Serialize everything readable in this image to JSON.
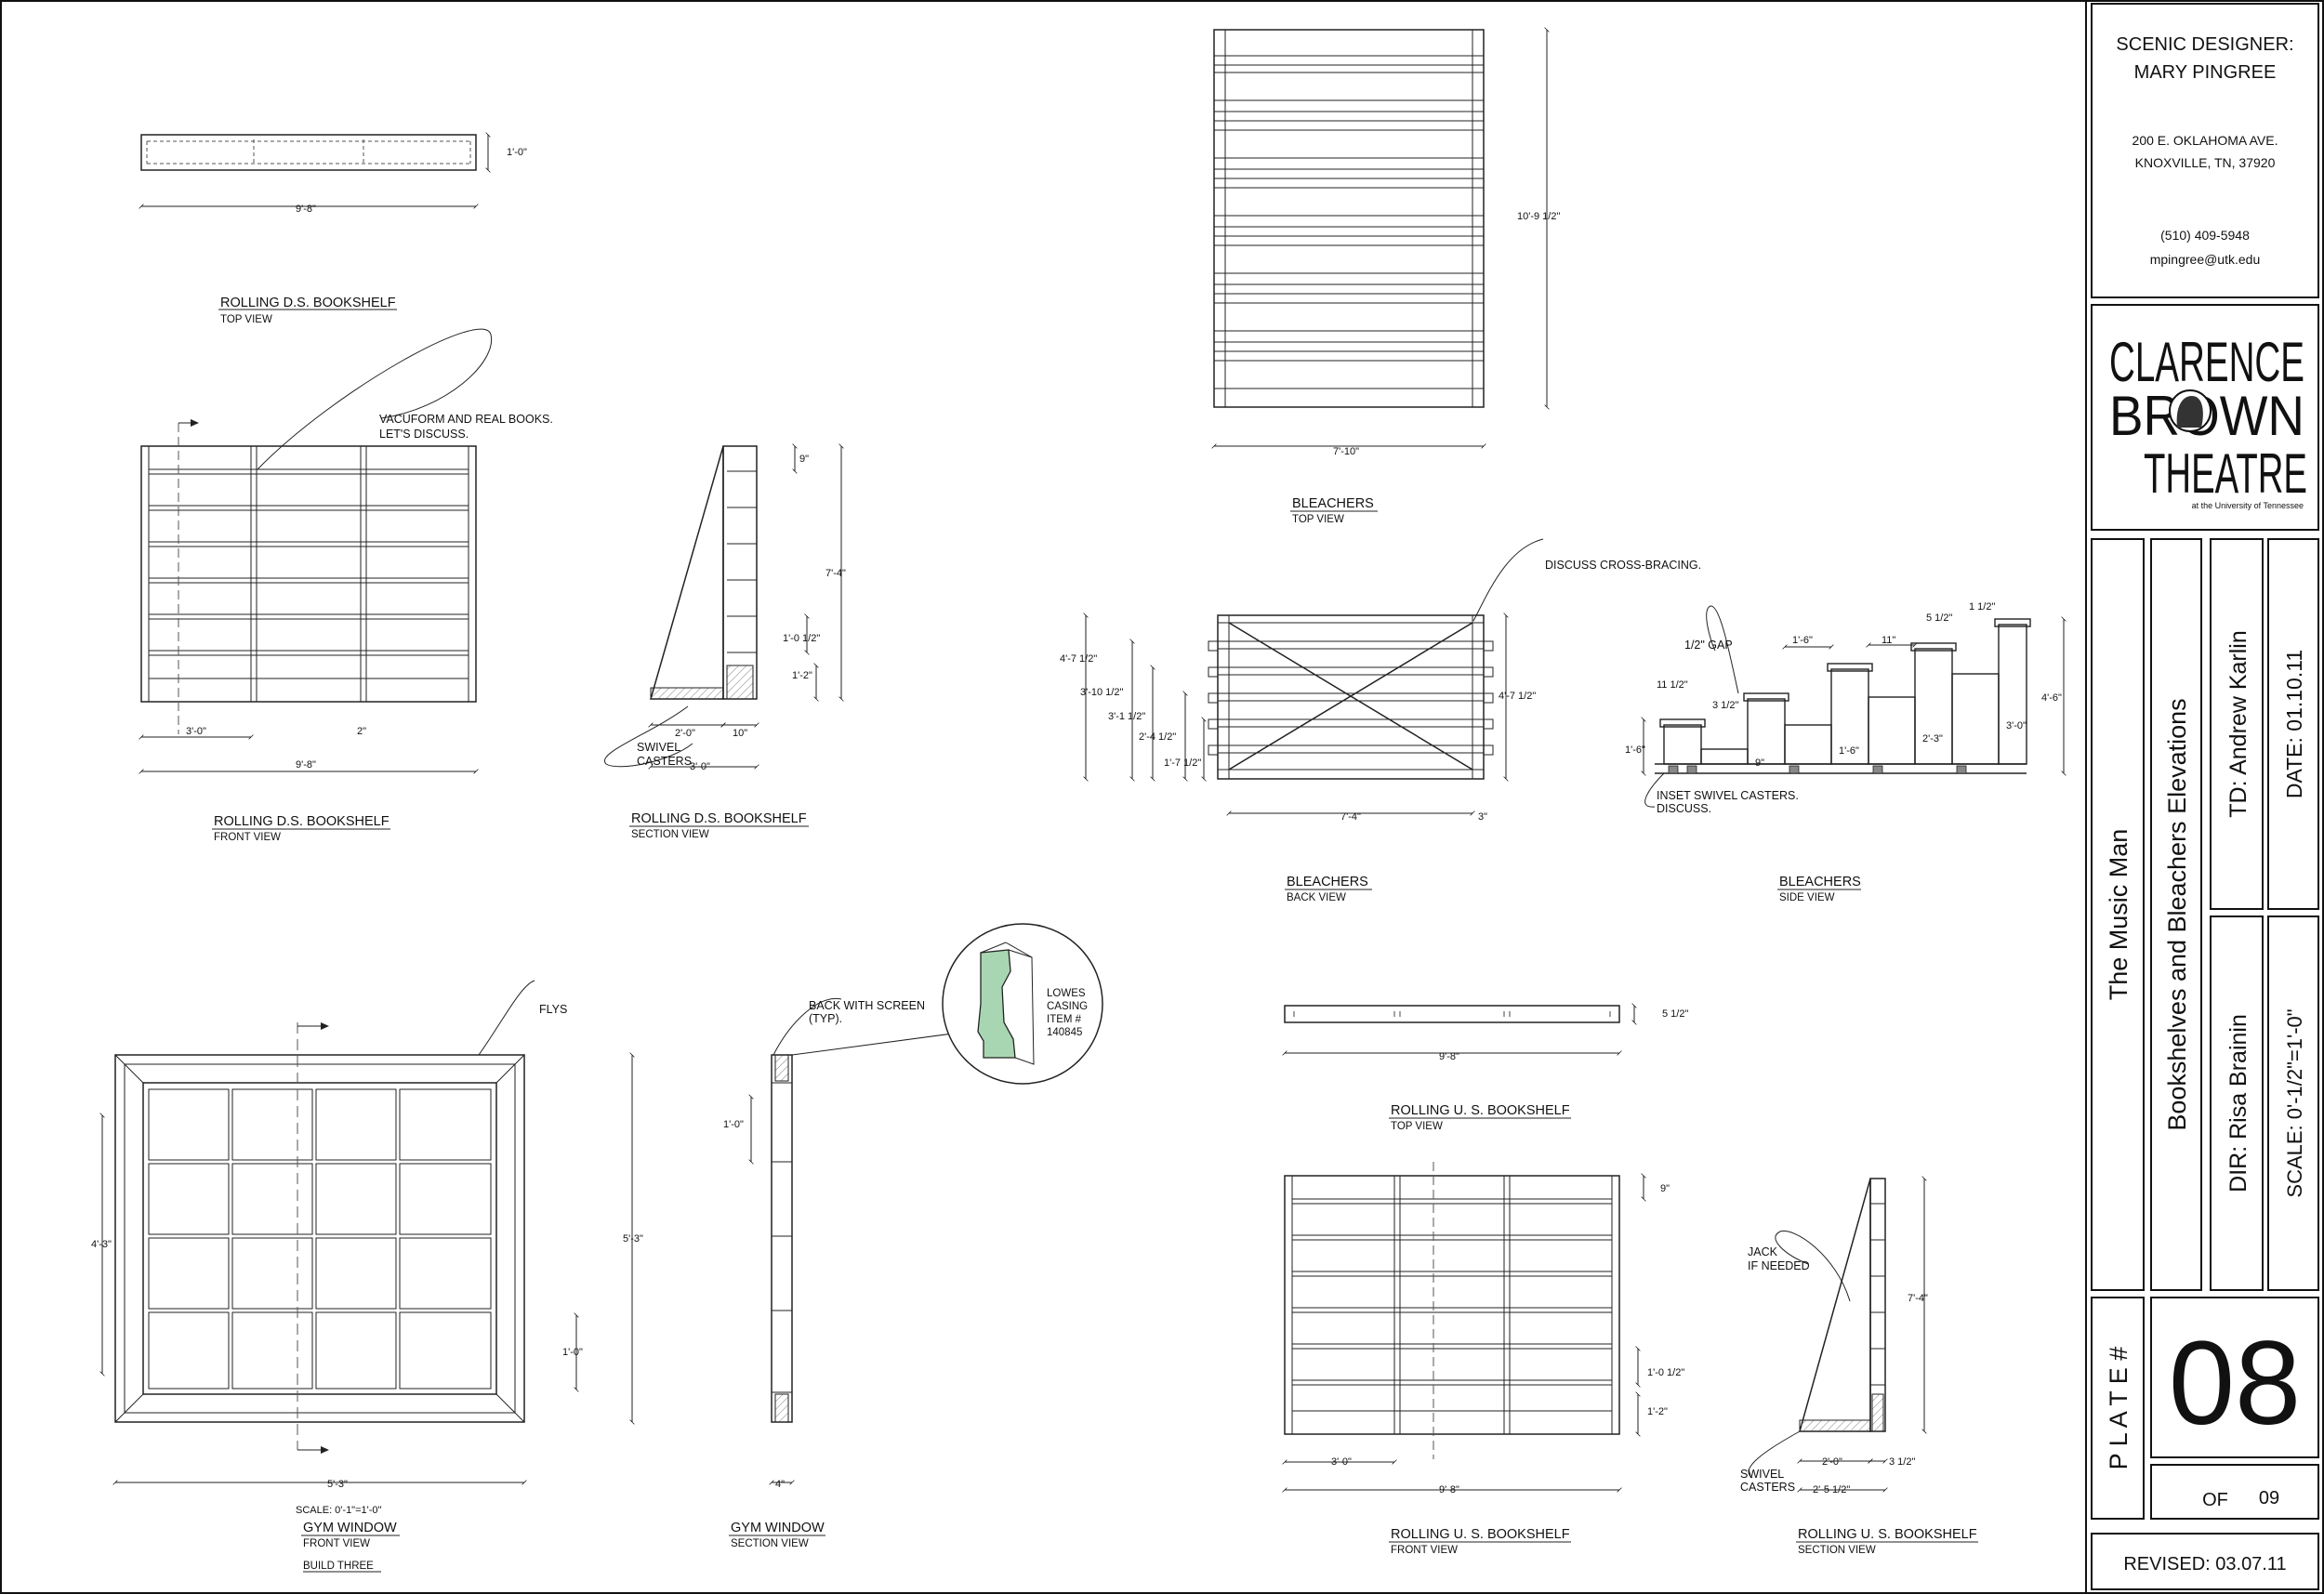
{
  "title_block": {
    "designer_label": "SCENIC DESIGNER:",
    "designer_name": "MARY PINGREE",
    "address_line1": "200 E. OKLAHOMA AVE.",
    "address_line2": "KNOXVILLE, TN, 37920",
    "phone": "(510) 409-5948",
    "email": "mpingree@utk.edu",
    "logo_line1": "CLARENCE",
    "logo_line2": "BROWN",
    "logo_line3": "THEATRE",
    "logo_sub": "at the University of Tennessee",
    "show": "The Music Man",
    "drawing_title": "Bookshelves and Bleachers Elevations",
    "td": "TD: Andrew Karlin",
    "date": "DATE: 01.10.11",
    "dir": "DIR: Risa Brainin",
    "scale": "SCALE: 0'-1/2\"=1'-0\"",
    "plate_label": "P L A T E #",
    "plate_number": "08",
    "of_label": "OF",
    "total_plates": "09",
    "revised": "REVISED: 03.07.11"
  },
  "views": {
    "ds_top": {
      "title": "ROLLING D.S. BOOKSHELF",
      "sub": "TOP VIEW",
      "dims": [
        "1'-0\"",
        "9'-8\""
      ]
    },
    "ds_front": {
      "title": "ROLLING D.S. BOOKSHELF",
      "sub": "FRONT VIEW",
      "dims": [
        "3'-0\"",
        "2\"",
        "9'-8\""
      ],
      "note1": "VACUFORM AND REAL BOOKS.",
      "note2": "LET'S DISCUSS."
    },
    "ds_section": {
      "title": "ROLLING D.S. BOOKSHELF",
      "sub": "SECTION VIEW",
      "dims": [
        "9\"",
        "7'-4\"",
        "1'-0 1/2\"",
        "1'-2\"",
        "2'-0\"",
        "10\"",
        "3'-0\""
      ],
      "note1": "SWIVEL",
      "note2": "CASTERS"
    },
    "bl_top": {
      "title": "BLEACHERS",
      "sub": "TOP VIEW",
      "dims": [
        "10'-9 1/2\"",
        "7'-10\""
      ]
    },
    "bl_back": {
      "title": "BLEACHERS",
      "sub": "BACK VIEW",
      "note": "DISCUSS CROSS-BRACING.",
      "dims": [
        "4'-7 1/2\"",
        "3'-10 1/2\"",
        "3'-1 1/2\"",
        "2'-4 1/2\"",
        "1'-7 1/2\"",
        "4'-7 1/2\"",
        "7'-4\"",
        "3\""
      ]
    },
    "bl_side": {
      "title": "BLEACHERS",
      "sub": "SIDE VIEW",
      "note_gap": "1/2\" GAP",
      "note1": "INSET SWIVEL CASTERS.",
      "note2": "DISCUSS.",
      "dims": [
        "1 1/2\"",
        "5 1/2\"",
        "1'-6\"",
        "11\"",
        "4'-6\"",
        "11 1/2\"",
        "3 1/2\"",
        "1'-6\"",
        "9\"",
        "1'-6\"",
        "2'-3\"",
        "3'-0\""
      ]
    },
    "gym_front": {
      "title": "GYM WINDOW",
      "sub": "FRONT VIEW",
      "extra": "BUILD THREE",
      "scale": "SCALE: 0'-1\"=1'-0\"",
      "note": "FLYS",
      "dims": [
        "4'-3\"",
        "5'-3\"",
        "1'-0\"",
        "5'-3\""
      ]
    },
    "gym_section": {
      "title": "GYM WINDOW",
      "sub": "SECTION VIEW",
      "note1": "BACK WITH SCREEN",
      "note2": "(TYP).",
      "dims": [
        "1'-0\"",
        "4\""
      ],
      "detail": [
        "LOWES",
        "CASING",
        "ITEM #",
        "140845"
      ]
    },
    "us_top": {
      "title": "ROLLING U. S. BOOKSHELF",
      "sub": "TOP VIEW",
      "dims": [
        "5 1/2\"",
        "9'-8\""
      ]
    },
    "us_front": {
      "title": "ROLLING U. S. BOOKSHELF",
      "sub": "FRONT VIEW",
      "dims": [
        "9\"",
        "1'-0 1/2\"",
        "1'-2\"",
        "3'-0\"",
        "9'-8\""
      ]
    },
    "us_section": {
      "title": "ROLLING U. S. BOOKSHELF",
      "sub": "SECTION VIEW",
      "note1": "JACK",
      "note2": "IF NEEDED",
      "note3": "SWIVEL",
      "note4": "CASTERS",
      "dims": [
        "7'-4\"",
        "2'-0\"",
        "3 1/2\"",
        "2'-5 1/2\""
      ]
    }
  }
}
